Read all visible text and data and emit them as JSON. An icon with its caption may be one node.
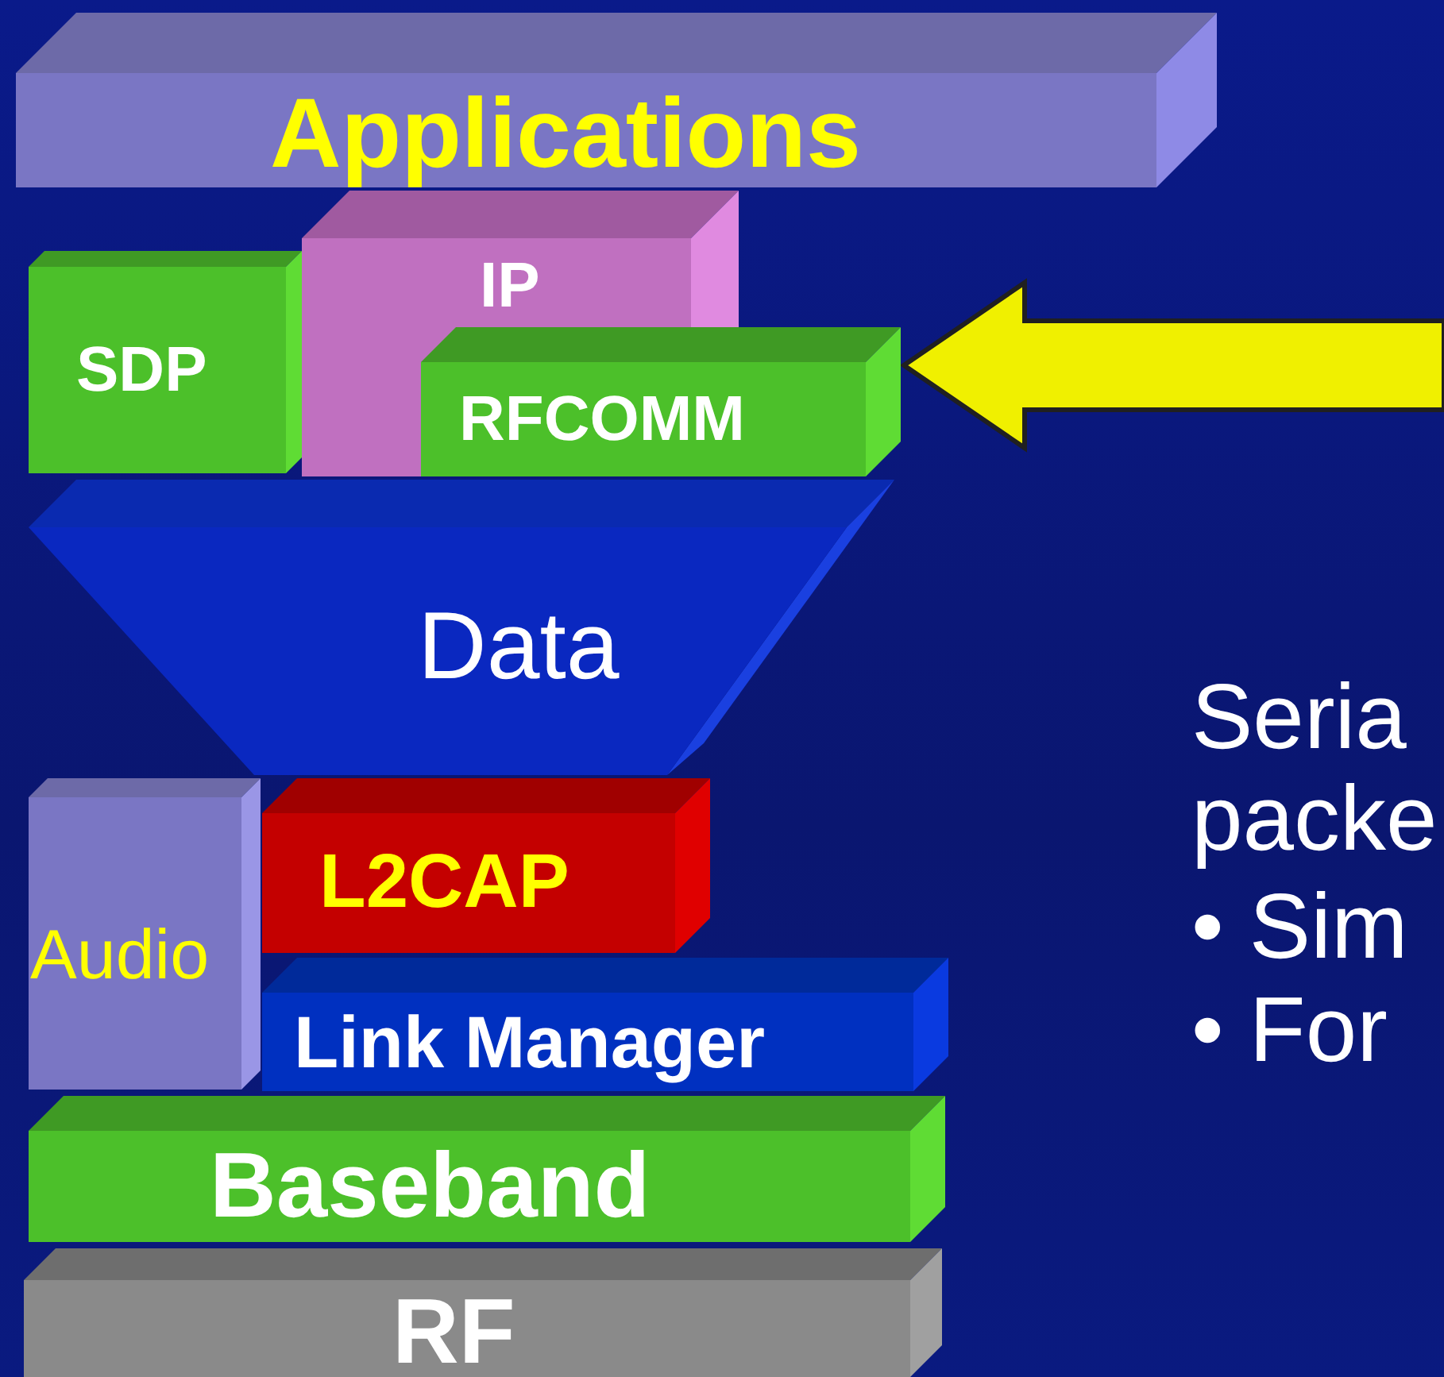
{
  "diagram": {
    "nodes": [
      {
        "text": [
          "Applications"
        ]
      },
      {
        "text": [
          "SDP"
        ]
      },
      {
        "text": [
          "IP"
        ]
      },
      {
        "text": [
          "RFCOMM"
        ]
      },
      {
        "text": [
          "Data"
        ]
      },
      {
        "text": [
          "Audio"
        ]
      },
      {
        "text": [
          "L2CAP"
        ]
      },
      {
        "text": [
          "Link Manager"
        ]
      },
      {
        "text": [
          "Baseband"
        ]
      },
      {
        "text": [
          "RF"
        ]
      }
    ],
    "edges": [
      {
        "from": null,
        "to": 3,
        "arrow": "to"
      }
    ],
    "labels": [
      "Seria packe",
      "• Sim",
      "• For"
    ]
  }
}
